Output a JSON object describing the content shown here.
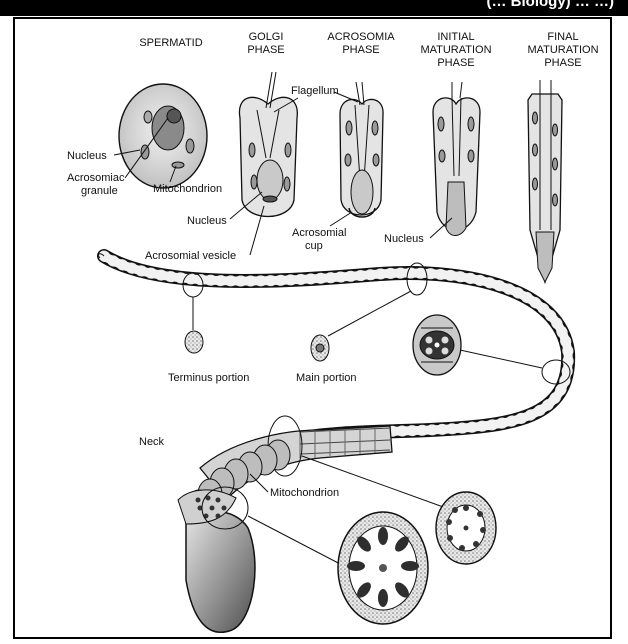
{
  "header_bar": {
    "text": "(… Biology) … …)"
  },
  "phases": [
    {
      "line1": "SPERMATID",
      "line2": "",
      "line3": ""
    },
    {
      "line1": "GOLGI",
      "line2": "PHASE",
      "line3": ""
    },
    {
      "line1": "ACROSOMIA",
      "line2": "PHASE",
      "line3": ""
    },
    {
      "line1": "INITIAL",
      "line2": "MATURATION",
      "line3": "PHASE"
    },
    {
      "line1": "FINAL",
      "line2": "MATURATION",
      "line3": "PHASE"
    }
  ],
  "labels": {
    "flagellum": "Flagellum",
    "nucleus_spermatid": "Nucleus",
    "acrosomiac_granule_1": "Acrosomiac",
    "acrosomiac_granule_2": "granule",
    "mitochondrion_top": "Mitochondrion",
    "nucleus_golgi": "Nucleus",
    "acrosomal_cup_1": "Acrosomial",
    "acrosomal_cup_2": "cup",
    "nucleus_initial": "Nucleus",
    "acrosomal_vesicle": "Acrosomial vesicle",
    "terminus_portion": "Terminus portion",
    "main_portion": "Main portion",
    "neck": "Neck",
    "mitochondrion_bottom": "Mitochondrion"
  },
  "colors": {
    "ink": "#111111",
    "cell_fill": "#d9d9d9",
    "head_fill": "#9a9a9a",
    "dark": "#3a3a3a"
  }
}
